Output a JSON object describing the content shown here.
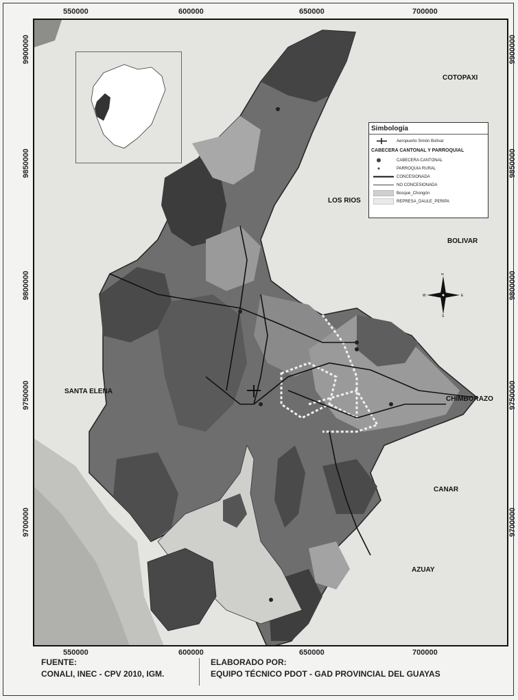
{
  "axes": {
    "x_ticks_top": [
      "550000",
      "600000",
      "650000",
      "700000"
    ],
    "x_ticks_bottom": [
      "550000",
      "600000",
      "650000",
      "700000"
    ],
    "y_ticks_left": [
      "9900000",
      "9850000",
      "9800000",
      "9750000",
      "9700000"
    ],
    "y_ticks_right": [
      "9900000",
      "9850000",
      "9800000",
      "9750000",
      "9700000"
    ]
  },
  "regions": {
    "cotopaxi": "COTOPAXI",
    "los_rios": "LOS RIOS",
    "bolivar": "BOLIVAR",
    "santa_elena": "SANTA ELENA",
    "chimborazo": "CHIMBORAZO",
    "canar": "CANAR",
    "azuay": "AZUAY"
  },
  "legend": {
    "title": "Simbología",
    "airport": "Aeropuerto Simón Bolívar",
    "section": "CABECERA CANTONAL Y PARROQUIAL",
    "cantonal": "CABECERA CANTONAL",
    "rural": "PARROQUIA RURAL",
    "concesionada": "CONCESIONADA",
    "no_concesionada": "NO CONCESIONADA",
    "bosque": "Bosque_Chongón",
    "represa": "REPRESA_DAULE_PERIPA"
  },
  "compass": {
    "n": "N",
    "s": "S",
    "e": "E",
    "w": "W"
  },
  "footer": {
    "fuente_label": "FUENTE:",
    "fuente_value": "CONALI, INEC - CPV 2010, IGM.",
    "elaborado_label": "ELABORADO POR:",
    "elaborado_value": "EQUIPO TÉCNICO PDOT - GAD PROVINCIAL DEL GUAYAS"
  },
  "colors": {
    "province_dark": "#454545",
    "province_mid": "#6e6e6e",
    "province_light": "#a2a2a2",
    "neighbor": "#dcdcd9",
    "sea": "#c9c9c6",
    "road": "#111111"
  }
}
